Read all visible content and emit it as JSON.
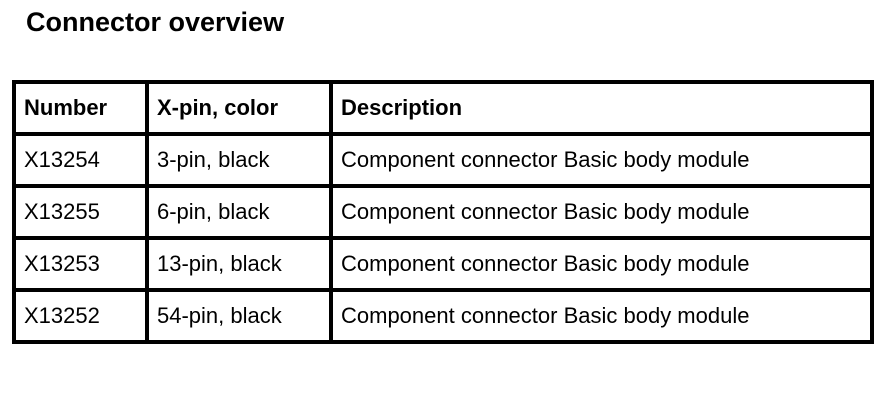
{
  "page": {
    "title": "Connector overview",
    "background_color": "#ffffff",
    "text_color": "#000000",
    "border_color": "#000000"
  },
  "table": {
    "columns": [
      {
        "key": "number",
        "header": "Number",
        "align": "left"
      },
      {
        "key": "xpin",
        "header": "X-pin, color",
        "align": "left"
      },
      {
        "key": "description",
        "header": "Description",
        "align": "center"
      }
    ],
    "rows": [
      {
        "number": "X13254",
        "xpin": "3-pin, black",
        "description": "Component connector Basic body module"
      },
      {
        "number": "X13255",
        "xpin": "6-pin, black",
        "description": "Component connector Basic body module"
      },
      {
        "number": "X13253",
        "xpin": "13-pin, black",
        "description": "Component connector Basic body module"
      },
      {
        "number": "X13252",
        "xpin": "54-pin, black",
        "description": "Component connector Basic body module"
      }
    ]
  }
}
